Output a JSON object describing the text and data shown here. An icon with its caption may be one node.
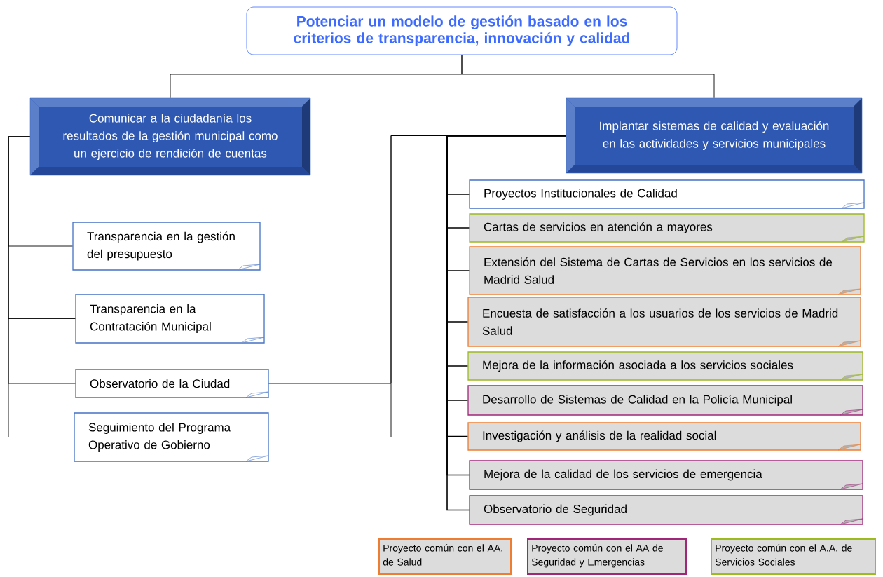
{
  "diagram": {
    "nodes": [
      {
        "text": [
          "Potenciar un modelo de gestión basado en los criterios de transparencia, innovación y calidad"
        ]
      },
      {
        "text": [
          "Comunicar a la ciudadanía los resultados de la gestión municipal como un ejercicio de rendición de cuentas"
        ]
      },
      {
        "text": [
          "Implantar sistemas de calidad y evaluación en las actividades y servicios municipales"
        ]
      },
      {
        "text": [
          "Transparencia en la gestión del presupuesto"
        ]
      },
      {
        "text": [
          "Transparencia en la Contratación Municipal"
        ]
      },
      {
        "text": [
          "Observatorio de la Ciudad"
        ]
      },
      {
        "text": [
          "Seguimiento del Programa Operativo de Gobierno"
        ]
      },
      {
        "text": [
          "Proyectos Institucionales de Calidad"
        ]
      },
      {
        "text": [
          "Cartas de servicios en atención a mayores"
        ]
      },
      {
        "text": [
          "Extensión del Sistema de Cartas de Servicios en los servicios de Madrid Salud"
        ]
      },
      {
        "text": [
          "Encuesta de satisfacción a los usuarios de los servicios de Madrid Salud"
        ]
      },
      {
        "text": [
          "Mejora de la información asociada a los servicios sociales"
        ]
      },
      {
        "text": [
          "Desarrollo de Sistemas de Calidad en la Policía Municipal"
        ]
      },
      {
        "text": [
          "Investigación y análisis de la realidad social"
        ]
      },
      {
        "text": [
          "Mejora de la calidad de los servicios de emergencia"
        ]
      },
      {
        "text": [
          "Observatorio de Seguridad"
        ]
      }
    ],
    "edges": [
      {
        "from": 0,
        "to": 1,
        "arrow": "none"
      },
      {
        "from": 0,
        "to": 2,
        "arrow": "none"
      },
      {
        "from": 1,
        "to": 3,
        "arrow": "none"
      },
      {
        "from": 1,
        "to": 4,
        "arrow": "none"
      },
      {
        "from": 1,
        "to": 5,
        "arrow": "none"
      },
      {
        "from": 1,
        "to": 6,
        "arrow": "none"
      },
      {
        "from": 2,
        "to": 5,
        "arrow": "none"
      },
      {
        "from": 2,
        "to": 6,
        "arrow": "none"
      },
      {
        "from": 2,
        "to": 7,
        "arrow": "none"
      },
      {
        "from": 2,
        "to": 8,
        "arrow": "none"
      },
      {
        "from": 2,
        "to": 9,
        "arrow": "none"
      },
      {
        "from": 2,
        "to": 10,
        "arrow": "none"
      },
      {
        "from": 2,
        "to": 11,
        "arrow": "none"
      },
      {
        "from": 2,
        "to": 12,
        "arrow": "none"
      },
      {
        "from": 2,
        "to": 13,
        "arrow": "none"
      },
      {
        "from": 2,
        "to": 14,
        "arrow": "none"
      },
      {
        "from": 2,
        "to": 15,
        "arrow": "none"
      }
    ],
    "legend": [
      {
        "text": "Proyecto común con el AA. de Salud",
        "color": "#ed7d31"
      },
      {
        "text": "Proyecto común con el AA de Seguridad y Emergencias",
        "color": "#a0267a"
      },
      {
        "text": "Proyecto común con el A.A. de Servicios Sociales",
        "color": "#9bbb1f"
      }
    ]
  }
}
